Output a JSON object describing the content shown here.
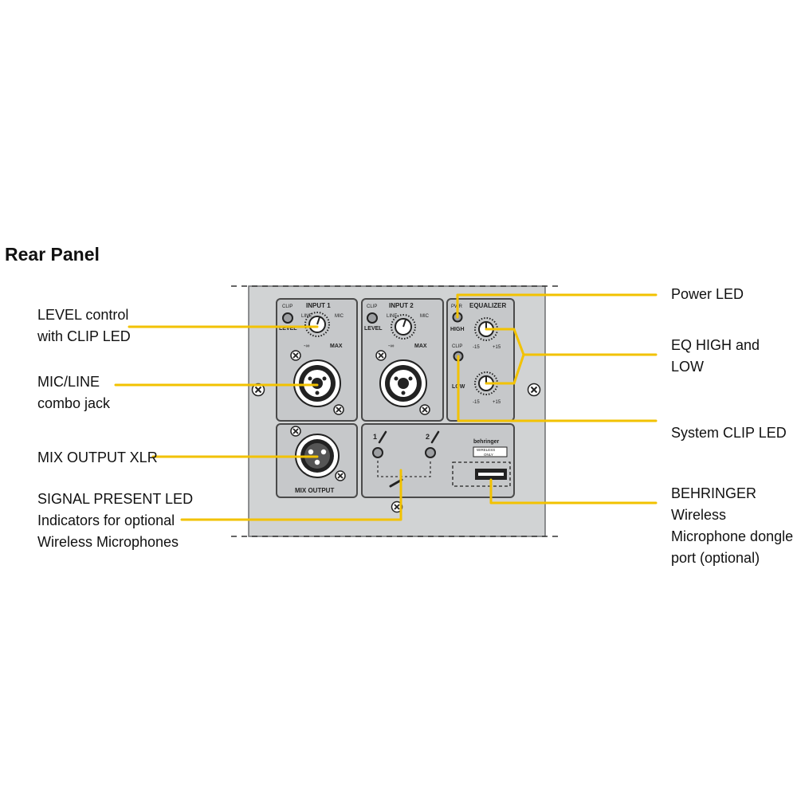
{
  "title": "Rear Panel",
  "colors": {
    "leader": "#f2c200",
    "panel": "#d1d3d4",
    "module": "#c6c8ca",
    "outline": "#4a4a4a"
  },
  "labels": {
    "level_control": [
      "LEVEL control",
      "with CLIP LED"
    ],
    "mic_line": [
      "MIC/LINE",
      "combo jack"
    ],
    "mix_output_xlr": [
      "MIX OUTPUT XLR"
    ],
    "signal_present": [
      "SIGNAL PRESENT LED",
      "Indicators for optional",
      "Wireless Microphones"
    ],
    "power_led": [
      "Power LED"
    ],
    "eq_high_low": [
      "EQ HIGH and",
      "LOW"
    ],
    "system_clip": [
      "System CLIP LED"
    ],
    "wireless_port": [
      "BEHRINGER Wireless",
      "Microphone dongle",
      "port (optional)"
    ]
  },
  "panel": {
    "input1": {
      "title": "INPUT 1",
      "clip": "CLIP",
      "level": "LEVEL",
      "line": "LINE",
      "mic": "MIC",
      "min": "-∞",
      "max": "MAX"
    },
    "input2": {
      "title": "INPUT 2",
      "clip": "CLIP",
      "level": "LEVEL",
      "line": "LINE",
      "mic": "MIC",
      "min": "-∞",
      "max": "MAX"
    },
    "equalizer": {
      "title": "EQUALIZER",
      "pwr": "PWR",
      "high": "HIGH",
      "clip": "CLIP",
      "low": "LOW",
      "minus": "-15",
      "plus": "+15"
    },
    "mix_output": "MIX OUTPUT",
    "wireless": {
      "ch1": "1",
      "ch2": "2",
      "brand": "behringer",
      "wireless": "WIRELESS",
      "only": "ONLY"
    }
  }
}
